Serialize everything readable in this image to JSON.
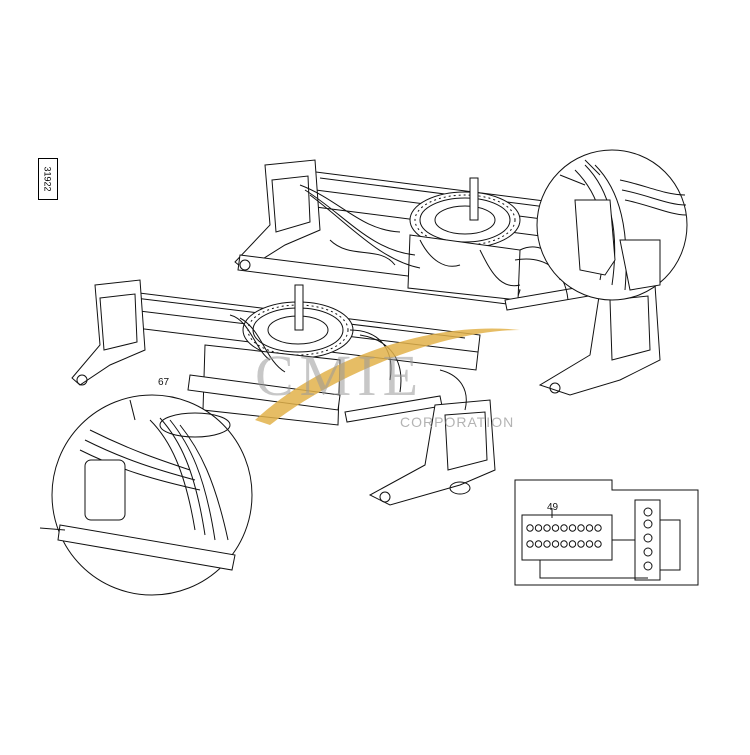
{
  "drawing": {
    "number": "31922",
    "callouts": {
      "top_left_detail": "67",
      "connector_panel": "49"
    }
  },
  "watermark": {
    "brand": "CMIE",
    "subtitle": "CORPORATION"
  },
  "colors": {
    "line": "#111111",
    "watermark_gold": "#e2b24a",
    "watermark_grey": "#9a9a9a"
  }
}
